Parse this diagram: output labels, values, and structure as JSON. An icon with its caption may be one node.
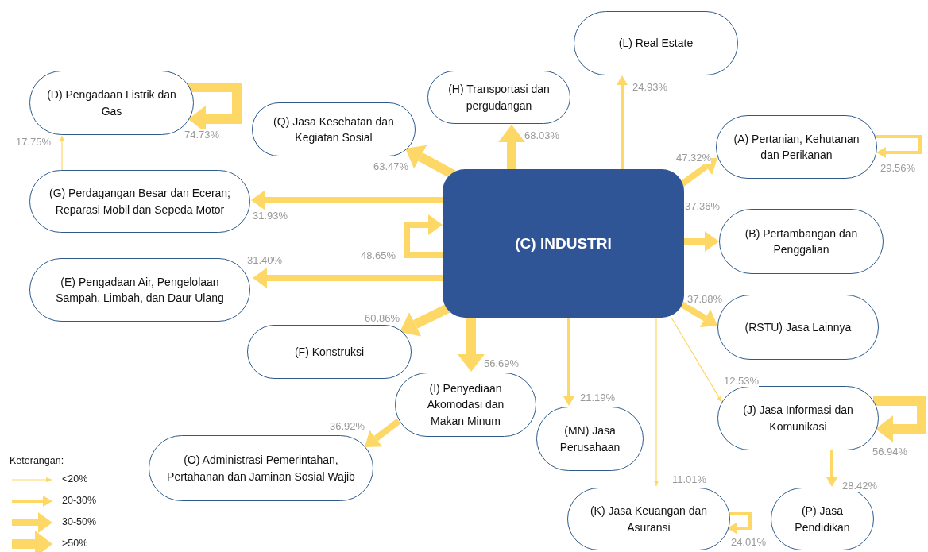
{
  "diagram": {
    "nodes": [
      {
        "text": [
          "(L) Real Estate"
        ]
      },
      {
        "text": [
          "(D) Pengadaan Listrik dan Gas"
        ]
      },
      {
        "text": [
          "(H) Transportasi dan pergudangan"
        ]
      },
      {
        "text": [
          "(Q) Jasa Kesehatan dan Kegiatan Sosial"
        ]
      },
      {
        "text": [
          "(A) Pertanian, Kehutanan dan Perikanan"
        ]
      },
      {
        "text": [
          "(G) Perdagangan Besar dan Eceran; Reparasi Mobil dan Sepeda Motor"
        ]
      },
      {
        "text": [
          "(C) INDUSTRI"
        ]
      },
      {
        "text": [
          "(B) Pertambangan dan Penggalian"
        ]
      },
      {
        "text": [
          "(E) Pengadaan Air, Pengelolaan Sampah, Limbah, dan Daur Ulang"
        ]
      },
      {
        "text": [
          "(RSTU) Jasa Lainnya"
        ]
      },
      {
        "text": [
          "(F) Konstruksi"
        ]
      },
      {
        "text": [
          "(I) Penyediaan Akomodasi dan Makan Minum"
        ]
      },
      {
        "text": [
          "(J) Jasa Informasi dan Komunikasi"
        ]
      },
      {
        "text": [
          "(MN) Jasa Perusahaan"
        ]
      },
      {
        "text": [
          "(O) Administrasi Pemerintahan, Pertahanan dan Jaminan Sosial Wajib"
        ]
      },
      {
        "text": [
          "(K) Jasa Keuangan dan Asuransi"
        ]
      },
      {
        "text": [
          "(P) Jasa Pendidikan"
        ]
      }
    ],
    "edges": [
      {
        "from": 6,
        "to": 0,
        "arrow": "to",
        "label": "24.93%"
      },
      {
        "from": 6,
        "to": 2,
        "arrow": "to",
        "label": "68.03%"
      },
      {
        "from": 6,
        "to": 3,
        "arrow": "to",
        "label": "63.47%"
      },
      {
        "from": 6,
        "to": 5,
        "arrow": "to",
        "label": "31.93%"
      },
      {
        "from": 6,
        "to": 6,
        "arrow": "to",
        "label": "48.65%"
      },
      {
        "from": 6,
        "to": 8,
        "arrow": "to",
        "label": "31.40%"
      },
      {
        "from": 6,
        "to": 10,
        "arrow": "to",
        "label": "60.86%"
      },
      {
        "from": 6,
        "to": 11,
        "arrow": "to",
        "label": "56.69%"
      },
      {
        "from": 6,
        "to": 13,
        "arrow": "to",
        "label": "21.19%"
      },
      {
        "from": 6,
        "to": 15,
        "arrow": "to",
        "label": "11.01%"
      },
      {
        "from": 6,
        "to": 12,
        "arrow": "to",
        "label": "12.53%"
      },
      {
        "from": 6,
        "to": 9,
        "arrow": "to",
        "label": "37.88%"
      },
      {
        "from": 6,
        "to": 7,
        "arrow": "to",
        "label": "37.36%"
      },
      {
        "from": 6,
        "to": 4,
        "arrow": "to",
        "label": "47.32%"
      },
      {
        "from": 1,
        "to": 1,
        "arrow": "to",
        "label": "74.73%"
      },
      {
        "from": 5,
        "to": 1,
        "arrow": "to",
        "label": "17.75%"
      },
      {
        "from": 4,
        "to": 4,
        "arrow": "to",
        "label": "29.56%"
      },
      {
        "from": 12,
        "to": 12,
        "arrow": "to",
        "label": "56.94%"
      },
      {
        "from": 12,
        "to": 16,
        "arrow": "to",
        "label": "28.42%"
      },
      {
        "from": 15,
        "to": 15,
        "arrow": "to",
        "label": "24.01%"
      },
      {
        "from": 11,
        "to": 14,
        "arrow": "to",
        "label": "36.92%"
      }
    ],
    "labels": [
      "Keterangan:"
    ],
    "legend": [
      {
        "text": "<20%"
      },
      {
        "text": "20-30%"
      },
      {
        "text": "30-50%"
      },
      {
        "text": ">50%"
      }
    ]
  }
}
